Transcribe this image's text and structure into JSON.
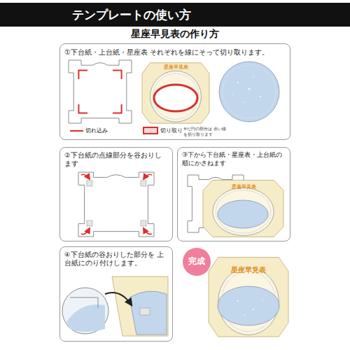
{
  "diagram": {
    "title": "テンプレートの使い方",
    "nodes": [
      {
        "text": [
          "①下台紙・上台紙・星座表 それぞれを線にそって切り取ります。"
        ]
      },
      {
        "text": [
          "②下台紙の点線部分を谷おりします"
        ]
      },
      {
        "text": [
          "③下から下台紙・星座表・上台紙の 順にかさねます"
        ]
      },
      {
        "text": [
          "④下台紙の谷おりした部分を 上台紙にのり付けします。"
        ]
      },
      {
        "text": [
          "完成"
        ]
      }
    ],
    "labels": [
      "星座早見表の作り方",
      "星座早見表",
      "※だ円の部分は 赤い線を切り取ります",
      "星座早見表",
      "星座早見表"
    ],
    "legend": [
      {
        "text": "切れ込み"
      },
      {
        "text": "切り取り"
      }
    ]
  }
}
